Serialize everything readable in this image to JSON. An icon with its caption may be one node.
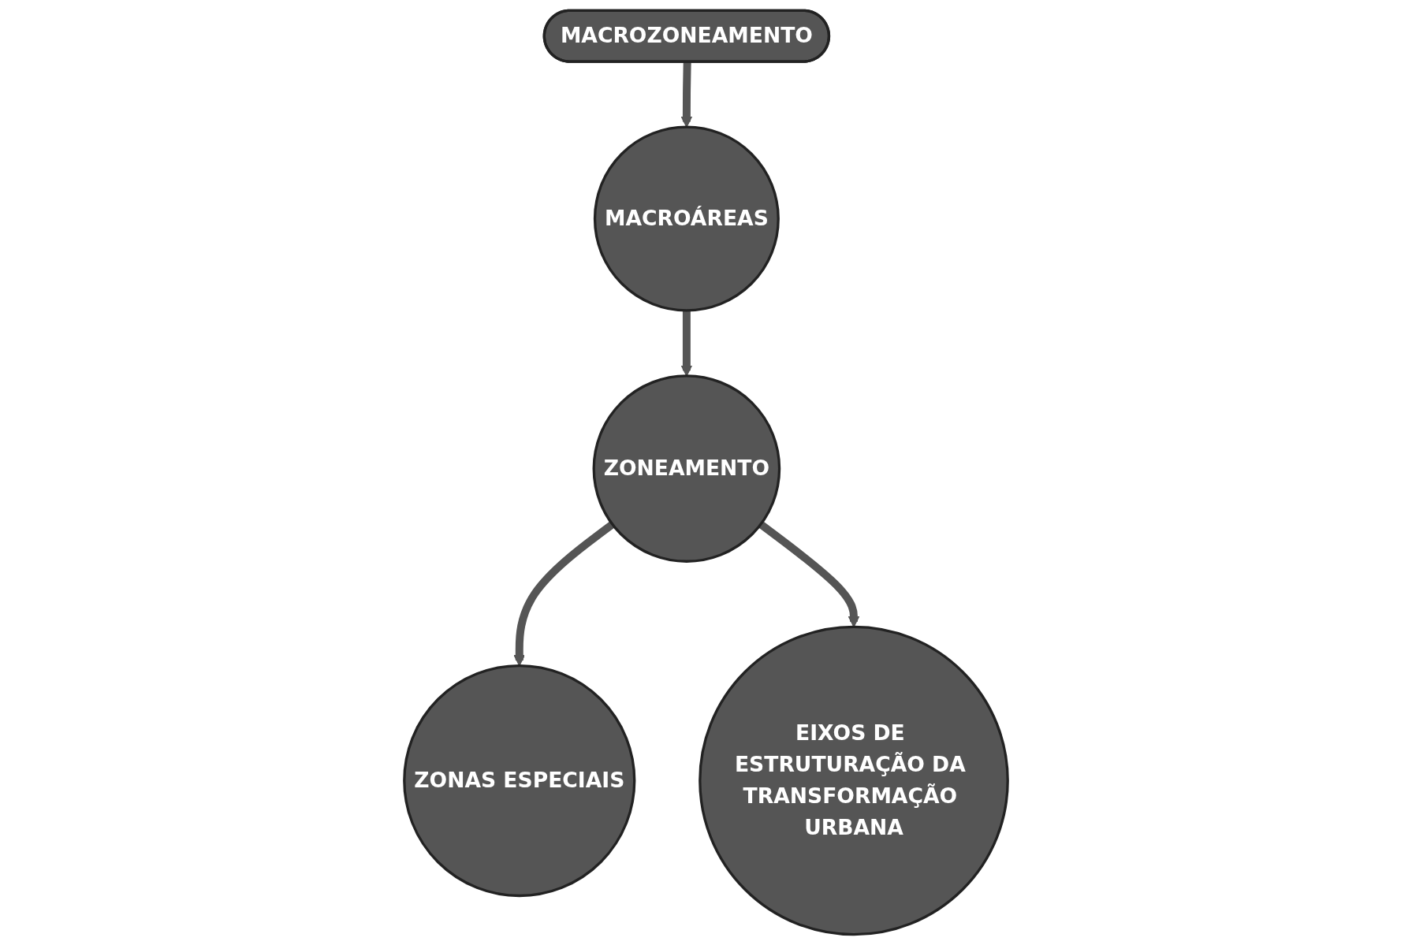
{
  "diagram": {
    "nodes": [
      {
        "text": [
          "MACROZONEAMENTO"
        ]
      },
      {
        "text": [
          "MACROÁREAS"
        ]
      },
      {
        "text": [
          "ZONEAMENTO"
        ]
      },
      {
        "text": [
          "ZONAS ESPECIAIS"
        ]
      },
      {
        "text": [
          "EIXOS DE ESTRUTURAÇÃO DA TRANSFORMAÇÃO URBANA"
        ]
      }
    ],
    "edges": [
      {
        "from": 0,
        "to": 1,
        "arrow": "to"
      },
      {
        "from": 1,
        "to": 2,
        "arrow": "to"
      },
      {
        "from": 2,
        "to": 3,
        "arrow": "to"
      },
      {
        "from": 2,
        "to": 4,
        "arrow": "to"
      }
    ]
  }
}
